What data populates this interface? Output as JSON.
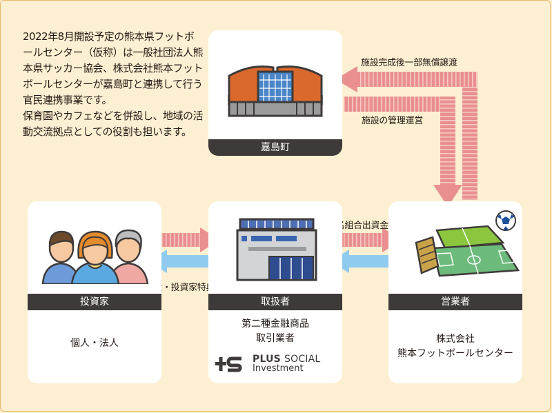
{
  "intro": {
    "paragraph1": "2022年8月開設予定の熊本県フットボールセンター（仮称）は一般社団法人熊本県サッカー協会、株式会社熊本フットボールセンターが嘉島町と連携して行う官民連携事業です。",
    "paragraph2": "保育園やカフェなどを併設し、地域の活動交流拠点としての役割も担います。"
  },
  "nodes": {
    "town": {
      "title": "嘉島町",
      "icon": "stadium-icon"
    },
    "investor": {
      "title": "投資家",
      "body": "個人・法人",
      "icon": "people-icon"
    },
    "handler": {
      "title": "取扱者",
      "body_line1": "第二種金融商品",
      "body_line2": "取引業者",
      "icon": "office-building-icon"
    },
    "operator": {
      "title": "営業者",
      "body_line1": "株式会社",
      "body_line2": "熊本フットボールセンター",
      "icon": "football-field-icon"
    }
  },
  "flows": {
    "transfer": "施設完成後一部無償譲渡",
    "management": "施設の管理運営",
    "investment": "匿名組合出資金",
    "distribution": "分配金・投資家特典"
  },
  "logo": {
    "mark": "+S",
    "name_bold": "PLUS",
    "name_light": "SOCIAL",
    "sub": "Investment"
  },
  "colors": {
    "pink_arrow": "#e98f8f",
    "blue_arrow": "#8fcbee",
    "bar": "#3e3a39",
    "background": "#fdf0d2"
  }
}
